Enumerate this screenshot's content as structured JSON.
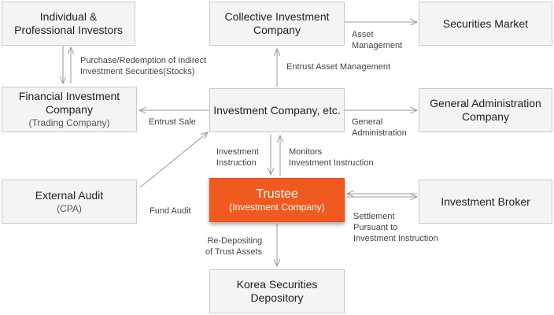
{
  "nodes": {
    "investors": {
      "title": "Individual &\nProfessional Investors"
    },
    "collective": {
      "title": "Collective Investment\nCompany"
    },
    "securities_market": {
      "title": "Securities Market"
    },
    "financial_investment": {
      "title": "Financial Investment\nCompany",
      "sub": "(Trading Company)"
    },
    "investment_company": {
      "title": "Investment Company, etc."
    },
    "general_admin": {
      "title": "General Administration\nCompany"
    },
    "external_audit": {
      "title": "External Audit",
      "sub": "(CPA)"
    },
    "trustee": {
      "title": "Trustee",
      "sub": "(Investment Company)"
    },
    "investment_broker": {
      "title": "Investment Broker"
    },
    "ksd": {
      "title": "Korea Securities\nDepository"
    }
  },
  "labels": {
    "asset_management": "Asset\nManagement",
    "purchase_redemption": "Purchase/Redemption of Indirect\nInvestment Securities(Stocks)",
    "entrust_asset_management": "Entrust Asset Management",
    "entrust_sale": "Entrust Sale",
    "general_administration": "General\nAdministration",
    "investment_instruction": "Investment\nInstruction",
    "monitors_investment_instruction": "Monitors\nInvestment Instruction",
    "fund_audit": "Fund Audit",
    "settlement": "Settlement\nPursuant to\nInvestment Instruction",
    "re_depositing": "Re-Depositing\nof Trust Assets"
  },
  "colors": {
    "box_fill": "#f4f4f4",
    "box_border": "#c9c9c9",
    "trustee_fill": "#f05a1e",
    "arrow": "#9a9a9a"
  }
}
